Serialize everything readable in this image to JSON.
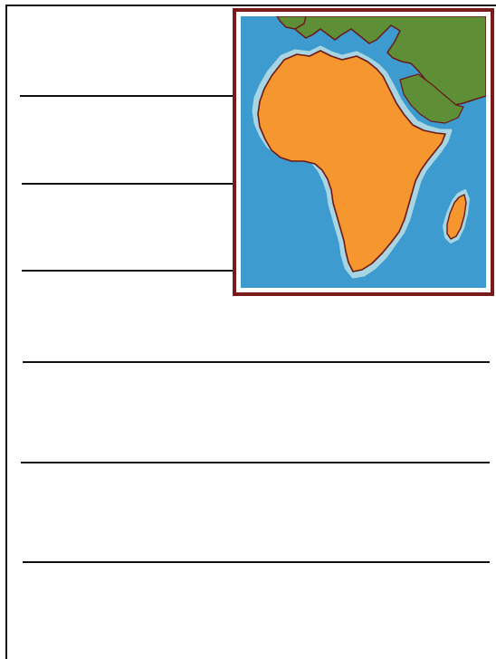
{
  "worksheet": {
    "type": "blank lined writing page with map illustration",
    "line_count": 6
  },
  "map": {
    "subject": "africa-continent",
    "colors": {
      "ocean": "#3d9bd0",
      "coast_halo": "#a8d5e2",
      "africa": "#f5962e",
      "eurasia": "#5e8f36",
      "outline": "#6b1818",
      "frame": "#7a1a1a"
    }
  }
}
